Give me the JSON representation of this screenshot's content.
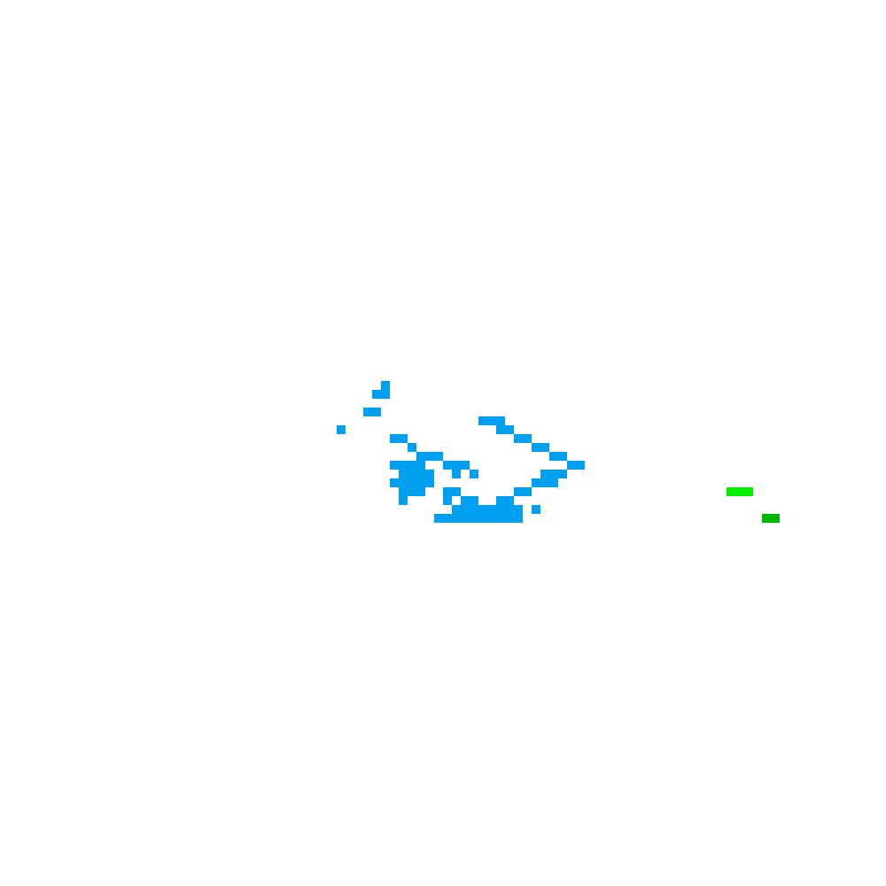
{
  "palette": {
    "background": "#ffffff",
    "blue": "#00a0f0",
    "green_light": "#00ee00",
    "green_dark": "#00b800"
  },
  "clusters": [
    {
      "name": "blue-cluster-main",
      "color": "blue",
      "cells": [
        [
          47,
          52
        ],
        [
          46,
          53
        ],
        [
          47,
          53
        ],
        [
          45,
          55
        ],
        [
          46,
          55
        ],
        [
          42,
          57
        ],
        [
          48,
          58
        ],
        [
          49,
          58
        ],
        [
          50,
          59
        ],
        [
          51,
          60
        ],
        [
          52,
          60
        ],
        [
          53,
          60
        ],
        [
          54,
          61
        ],
        [
          55,
          61
        ],
        [
          56,
          61
        ],
        [
          48,
          61
        ],
        [
          49,
          61
        ],
        [
          50,
          61
        ],
        [
          51,
          61
        ],
        [
          49,
          62
        ],
        [
          50,
          62
        ],
        [
          51,
          62
        ],
        [
          52,
          62
        ],
        [
          55,
          62
        ],
        [
          57,
          62
        ],
        [
          48,
          63
        ],
        [
          49,
          63
        ],
        [
          50,
          63
        ],
        [
          51,
          63
        ],
        [
          52,
          63
        ],
        [
          49,
          64
        ],
        [
          50,
          64
        ],
        [
          51,
          64
        ],
        [
          49,
          65
        ]
      ]
    },
    {
      "name": "blue-cluster-right",
      "color": "blue",
      "cells": [
        [
          58,
          56
        ],
        [
          59,
          56
        ],
        [
          60,
          56
        ],
        [
          60,
          57
        ],
        [
          61,
          57
        ],
        [
          62,
          58
        ],
        [
          63,
          58
        ],
        [
          64,
          59
        ],
        [
          65,
          59
        ],
        [
          66,
          60
        ],
        [
          67,
          60
        ],
        [
          68,
          61
        ],
        [
          69,
          61
        ],
        [
          65,
          62
        ],
        [
          66,
          62
        ],
        [
          67,
          62
        ],
        [
          64,
          63
        ],
        [
          65,
          63
        ],
        [
          66,
          63
        ],
        [
          62,
          64
        ],
        [
          63,
          64
        ]
      ]
    },
    {
      "name": "blue-cluster-bottom",
      "color": "blue",
      "cells": [
        [
          54,
          64
        ],
        [
          55,
          64
        ],
        [
          54,
          65
        ],
        [
          56,
          65
        ],
        [
          57,
          65
        ],
        [
          60,
          65
        ],
        [
          61,
          65
        ],
        [
          55,
          66
        ],
        [
          56,
          66
        ],
        [
          57,
          66
        ],
        [
          58,
          66
        ],
        [
          59,
          66
        ],
        [
          60,
          66
        ],
        [
          61,
          66
        ],
        [
          62,
          66
        ],
        [
          53,
          67
        ],
        [
          54,
          67
        ],
        [
          55,
          67
        ],
        [
          56,
          67
        ],
        [
          57,
          67
        ],
        [
          58,
          67
        ],
        [
          59,
          67
        ],
        [
          60,
          67
        ],
        [
          61,
          67
        ],
        [
          62,
          67
        ],
        [
          64,
          66
        ]
      ]
    },
    {
      "name": "green-cluster-light",
      "color": "green_light",
      "cells": [
        [
          86,
          64
        ],
        [
          87,
          64
        ],
        [
          88,
          64
        ]
      ]
    },
    {
      "name": "green-cluster-dark",
      "color": "green_dark",
      "cells": [
        [
          90,
          67
        ],
        [
          91,
          67
        ]
      ]
    }
  ]
}
